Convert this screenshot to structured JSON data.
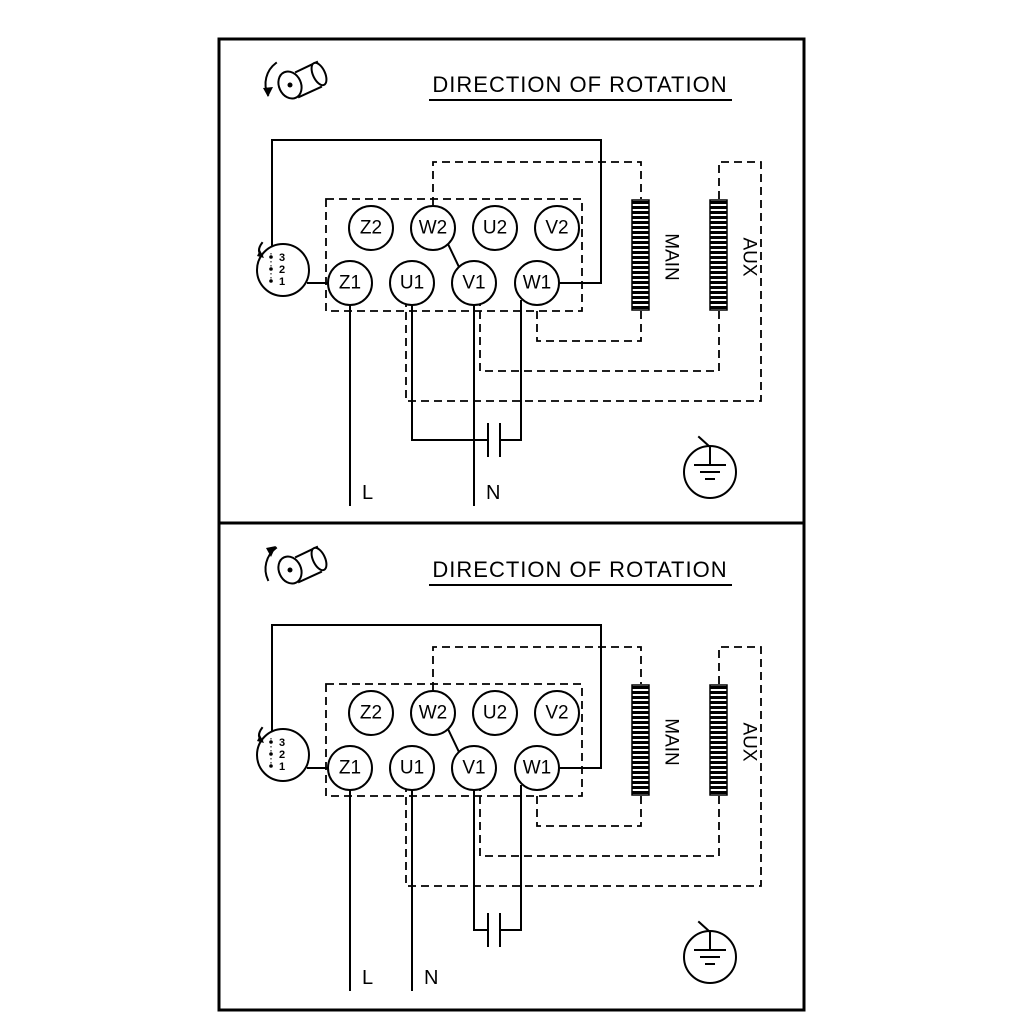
{
  "colors": {
    "line": "#000000",
    "background": "#ffffff"
  },
  "icons": {
    "rotation": "shaft-with-curved-arrow",
    "earth": "circled-earth-ground",
    "switch": "three-position-rotary-switch"
  },
  "panels": [
    {
      "title": "DIRECTION OF ROTATION",
      "terminals_top": [
        "Z2",
        "W2",
        "U2",
        "V2"
      ],
      "terminals_bottom": [
        "Z1",
        "U1",
        "V1",
        "W1"
      ],
      "main_label": "MAIN",
      "aux_label": "AUX",
      "line_label": "L",
      "neutral_label": "N",
      "switch_positions": [
        "3",
        "2",
        "1"
      ]
    },
    {
      "title": "DIRECTION OF ROTATION",
      "terminals_top": [
        "Z2",
        "W2",
        "U2",
        "V2"
      ],
      "terminals_bottom": [
        "Z1",
        "U1",
        "V1",
        "W1"
      ],
      "main_label": "MAIN",
      "aux_label": "AUX",
      "line_label": "L",
      "neutral_label": "N",
      "switch_positions": [
        "3",
        "2",
        "1"
      ]
    }
  ]
}
